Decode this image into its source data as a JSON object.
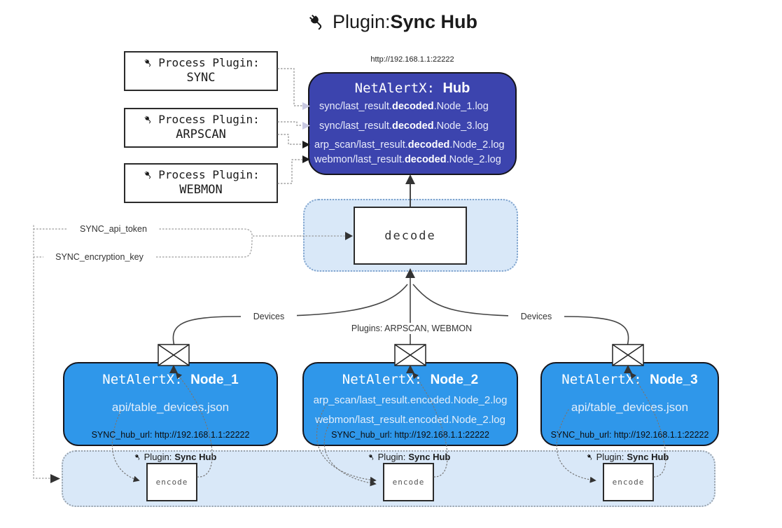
{
  "title": {
    "prefix": "Plugin: ",
    "bold": "Sync Hub"
  },
  "process_plugins": [
    {
      "label": "Process Plugin:",
      "name": "SYNC"
    },
    {
      "label": "Process Plugin:",
      "name": "ARPSCAN"
    },
    {
      "label": "Process Plugin:",
      "name": "WEBMON"
    }
  ],
  "hub": {
    "url": "http://192.168.1.1:22222",
    "title_prefix": "NetAlertX: ",
    "title_bold": "Hub",
    "lines": [
      {
        "pre": "sync/last_result.",
        "bold": "decoded",
        "post": ".Node_1.log"
      },
      {
        "pre": "sync/last_result.",
        "bold": "decoded",
        "post": ".Node_3.log"
      },
      {
        "pre": "arp_scan/last_result.",
        "bold": "decoded",
        "post": ".Node_2.log"
      },
      {
        "pre": "webmon/last_result.",
        "bold": "decoded",
        "post": ".Node_2.log"
      }
    ]
  },
  "decode_label": "decode",
  "keys": {
    "api_token": "SYNC_api_token",
    "encryption_key": "SYNC_encryption_key"
  },
  "edges": {
    "devices_left": "Devices",
    "devices_right": "Devices",
    "plugins_center": "Plugins: ARPSCAN, WEBMON"
  },
  "nodes": [
    {
      "title_prefix": "NetAlertX: ",
      "title_bold": "Node_1",
      "lines": [
        "api/table_devices.json"
      ],
      "hub_url": "SYNC_hub_url: http://192.168.1.1:22222"
    },
    {
      "title_prefix": "NetAlertX: ",
      "title_bold": "Node_2",
      "lines": [
        "arp_scan/last_result.encoded.Node_2.log",
        "webmon/last_result.encoded.Node_2.log"
      ],
      "hub_url": "SYNC_hub_url: http://192.168.1.1:22222"
    },
    {
      "title_prefix": "NetAlertX: ",
      "title_bold": "Node_3",
      "lines": [
        "api/table_devices.json"
      ],
      "hub_url": "SYNC_hub_url: http://192.168.1.1:22222"
    }
  ],
  "encode": {
    "label_prefix": "Plugin: ",
    "label_bold": "Sync Hub",
    "box_label": "encode"
  },
  "colors": {
    "hub_fill": "#3c44ae",
    "node_fill": "#2f97ea",
    "soft_container_fill": "#d9e8f8",
    "decode_border": "#7fa3cd",
    "band_border": "#98a1ab",
    "line_dark": "#444444",
    "dotted_gray": "#8a8a8a"
  }
}
